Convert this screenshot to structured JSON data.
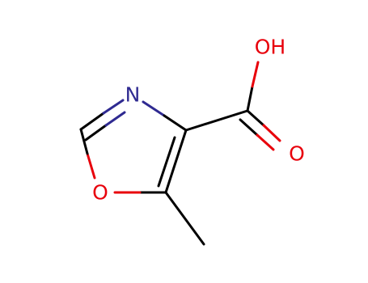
{
  "molecule": {
    "colors": {
      "carbon_bond": "#000000",
      "nitrogen": "#2f2a91",
      "oxygen": "#e8000b",
      "background": "#ffffff"
    },
    "atoms": [
      {
        "id": "N3",
        "label": "N",
        "element": "nitrogen"
      },
      {
        "id": "O1",
        "label": "O",
        "element": "oxygen"
      },
      {
        "id": "O_hydroxyl",
        "label": "OH",
        "element": "oxygen"
      },
      {
        "id": "O_carbonyl",
        "label": "O",
        "element": "oxygen"
      }
    ]
  }
}
